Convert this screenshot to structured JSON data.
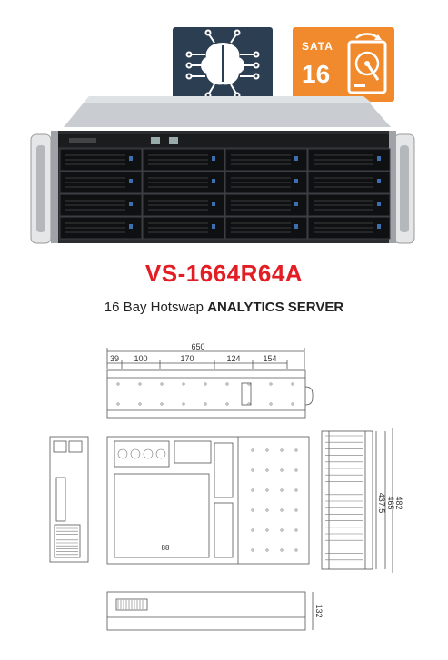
{
  "badges": {
    "ai_icon": "brain-circuit-icon",
    "sata_label": "SATA",
    "sata_count": "16",
    "sata_icon": "hard-drive-icon"
  },
  "product": {
    "model": "VS-1664R64A",
    "subtitle_prefix": "16 Bay Hotswap ",
    "subtitle_strong": "ANALYTICS SERVER"
  },
  "drawing": {
    "overall_length": "650",
    "segments": [
      "39",
      "100",
      "170",
      "124",
      "154"
    ],
    "depths": [
      "482",
      "465",
      "437.5"
    ],
    "height": "132",
    "internal_label": "88"
  },
  "colors": {
    "brand_red": "#e21d23",
    "badge_dark": "#2c3e52",
    "badge_orange": "#f08a2c"
  }
}
